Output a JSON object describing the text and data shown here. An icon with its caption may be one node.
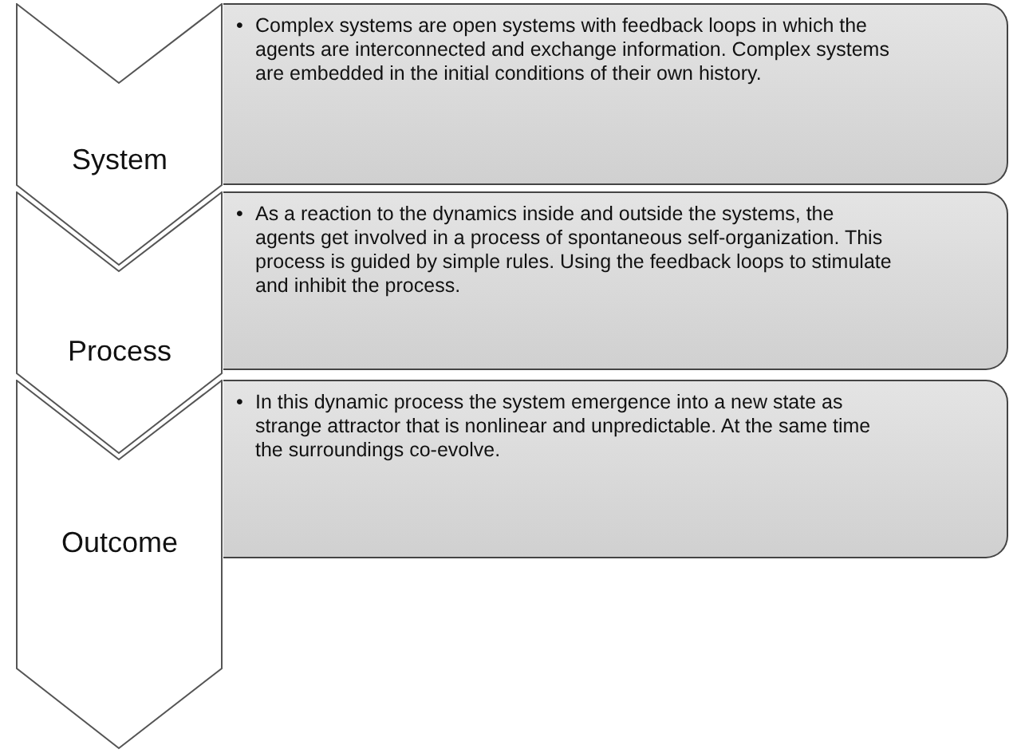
{
  "diagram": {
    "nodes": [
      {
        "text": [
          "System"
        ]
      },
      {
        "text": [
          "•",
          "Complex systems are open systems with feedback loops in which the agents are interconnected and exchange information. Complex systems are embedded in the initial conditions of their own history."
        ]
      },
      {
        "text": [
          "Process"
        ]
      },
      {
        "text": [
          "•",
          "As a reaction to the dynamics inside and outside the systems, the agents get involved in a process of spontaneous self-organization. This process is guided by simple rules. Using the feedback loops to stimulate and inhibit the process."
        ]
      },
      {
        "text": [
          "Outcome"
        ]
      },
      {
        "text": [
          "•",
          "In this dynamic process the system emergence into a new state as strange attractor that is nonlinear and unpredictable. At the same time the surroundings co-evolve."
        ]
      }
    ]
  }
}
